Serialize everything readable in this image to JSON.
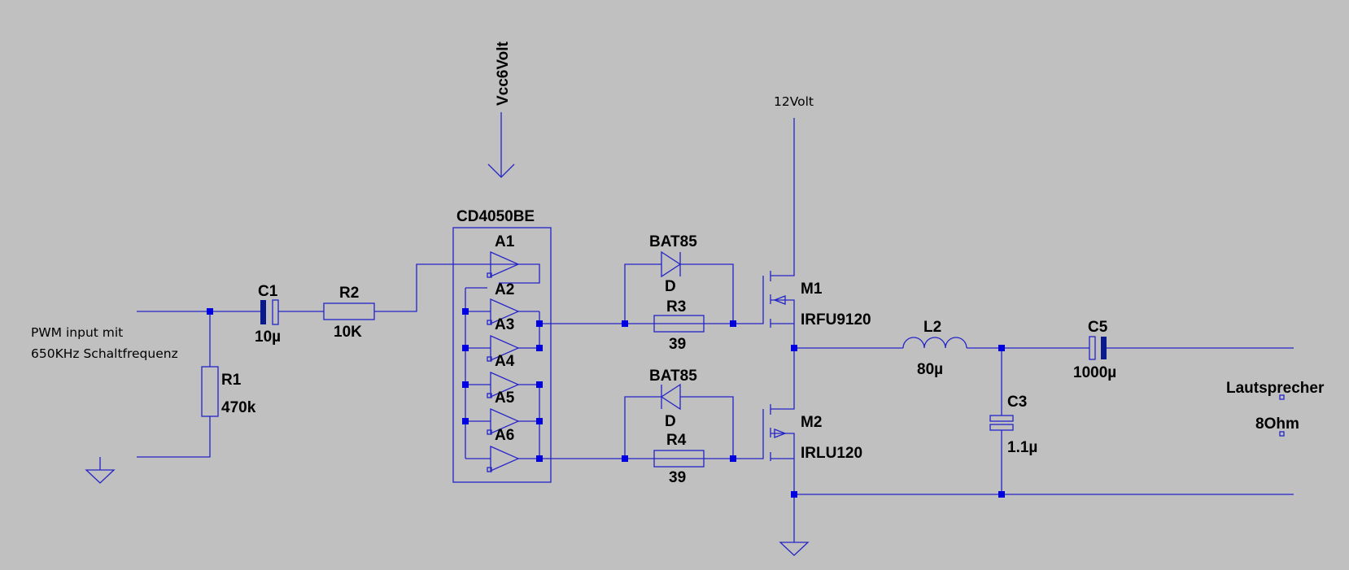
{
  "schematic": {
    "input_note_line1": "PWM input mit",
    "input_note_line2": "650KHz Schaltfrequenz",
    "vcc_label": "Vcc6Volt",
    "supply_label": "12Volt",
    "ic": {
      "name": "CD4050BE",
      "buffers": [
        "A1",
        "A2",
        "A3",
        "A4",
        "A5",
        "A6"
      ]
    },
    "components": {
      "c1": {
        "ref": "C1",
        "value": "10µ"
      },
      "r1": {
        "ref": "R1",
        "value": "470k"
      },
      "r2": {
        "ref": "R2",
        "value": "10K"
      },
      "d_top": {
        "ref": "D",
        "value": "BAT85"
      },
      "r3": {
        "ref": "R3",
        "value": "39"
      },
      "d_bottom": {
        "ref": "D",
        "value": "BAT85"
      },
      "r4": {
        "ref": "R4",
        "value": "39"
      },
      "m1": {
        "ref": "M1",
        "value": "IRFU9120"
      },
      "m2": {
        "ref": "M2",
        "value": "IRLU120"
      },
      "l2": {
        "ref": "L2",
        "value": "80µ"
      },
      "c3": {
        "ref": "C3",
        "value": "1.1µ"
      },
      "c5": {
        "ref": "C5",
        "value": "1000µ"
      }
    },
    "load": {
      "label": "Lautsprecher",
      "value": "8Ohm"
    },
    "colors": {
      "wire": "#2424c8",
      "junction": "#0000e0",
      "background": "#c0c0c0",
      "text": "#000000"
    }
  }
}
